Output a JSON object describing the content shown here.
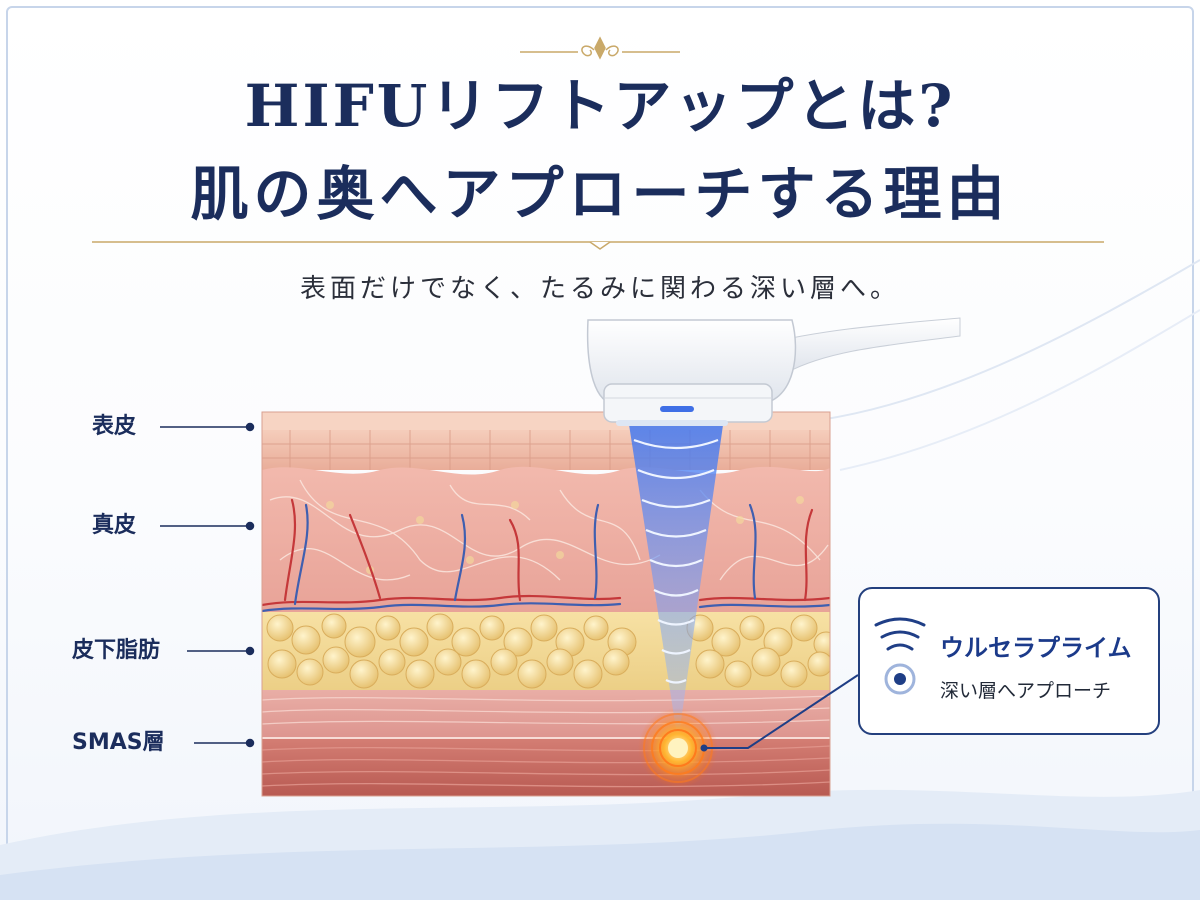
{
  "header": {
    "title_line1": "HIFUリフトアップとは?",
    "title_line2": "肌の奥へアプローチする理由",
    "subtitle": "表面だけでなく、たるみに関わる深い層へ。"
  },
  "layers": [
    {
      "label": "表皮"
    },
    {
      "label": "真皮"
    },
    {
      "label": "皮下脂肪"
    },
    {
      "label": "SMAS層"
    }
  ],
  "callout": {
    "title": "ウルセラプライム",
    "subtitle": "深い層へアプローチ",
    "icon": "ultrasound-wave-icon"
  },
  "colors": {
    "navy": "#1b2d5c",
    "gold": "#c9a969",
    "beam_blue": "#5a86e6",
    "focal_orange": "#ff8a1f"
  }
}
